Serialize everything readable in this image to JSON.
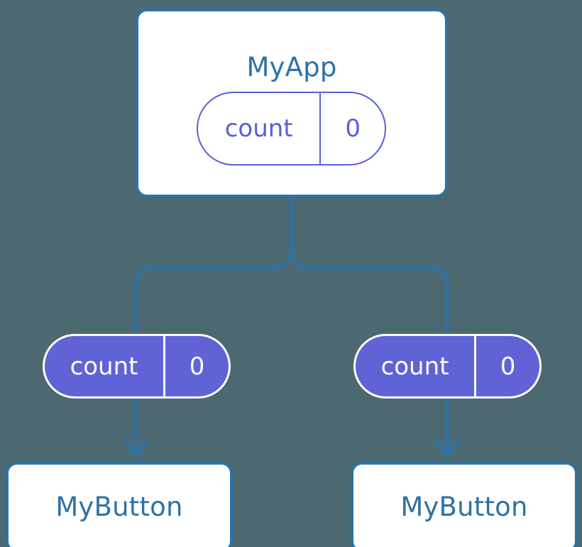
{
  "diagram": {
    "title": "React component state propagation tree",
    "background_color": "#4c6870",
    "colors": {
      "node_border": "#2d72a5",
      "node_text": "#2d72a5",
      "node_fill": "#ffffff",
      "pill_outline_stroke": "#5b5fd4",
      "pill_filled_fill": "#6063d6",
      "pill_filled_stroke": "#ffffff",
      "pill_filled_text": "#ffffff",
      "connector": "#2d72a5"
    },
    "root": {
      "label": "MyApp",
      "state": {
        "key": "count",
        "value": "0"
      }
    },
    "children": [
      {
        "id": "left",
        "prop": {
          "key": "count",
          "value": "0"
        },
        "label": "MyButton"
      },
      {
        "id": "right",
        "prop": {
          "key": "count",
          "value": "0"
        },
        "label": "MyButton"
      }
    ],
    "connectors": {
      "trunk": "vertical line from MyApp bottom center branching to two children",
      "arrow_heads": 2
    }
  }
}
